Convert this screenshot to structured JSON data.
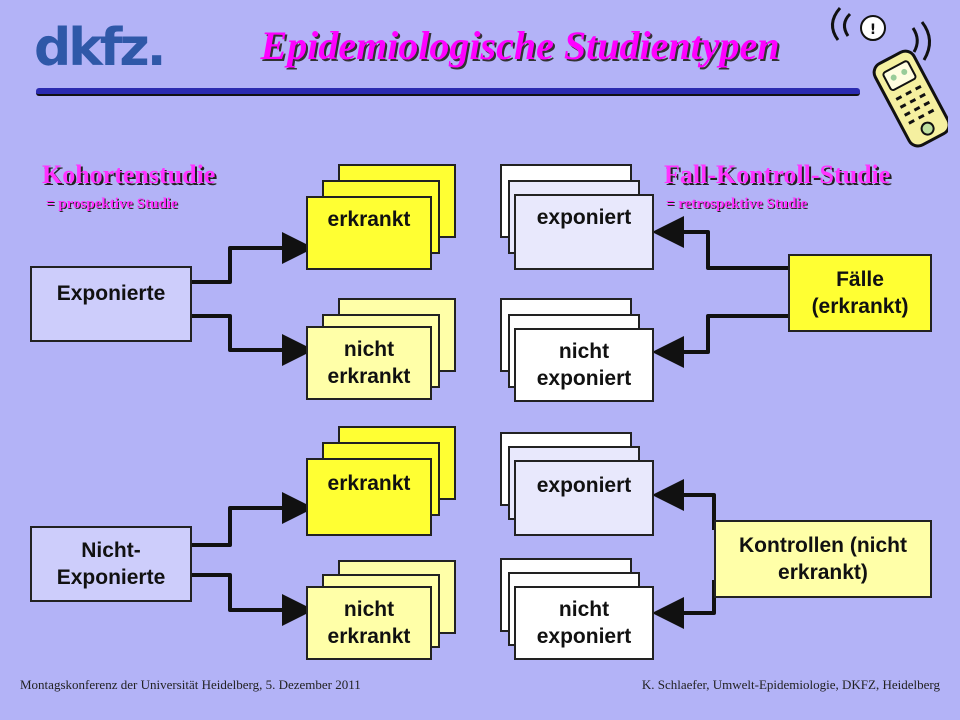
{
  "header": {
    "logo": "dkfz.",
    "title": "Epidemiologische Studientypen"
  },
  "left": {
    "heading": "Kohortenstudie",
    "subheading": "= prospektive Studie",
    "group1": {
      "label": "Exponierte",
      "outcome_a": "erkrankt",
      "outcome_b": "nicht erkrankt"
    },
    "group2": {
      "label": "Nicht-Exponierte",
      "outcome_a": "erkrankt",
      "outcome_b": "nicht erkrankt"
    }
  },
  "right": {
    "heading": "Fall-Kontroll-Studie",
    "subheading": "= retrospektive Studie",
    "group1": {
      "label": "Fälle (erkrankt)",
      "exposure_a": "exponiert",
      "exposure_b": "nicht exponiert"
    },
    "group2": {
      "label": "Kontrollen (nicht erkrankt)",
      "exposure_a": "exponiert",
      "exposure_b": "nicht exponiert"
    }
  },
  "footer": {
    "left": "Montagskonferenz der Universität Heidelberg, 5. Dezember 2011",
    "right": "K. Schlaefer, Umwelt-Epidemiologie, DKFZ, Heidelberg"
  },
  "colors": {
    "background": "#b3b3f7",
    "title": "#ff00ff",
    "box_purple": "#cdcdfb",
    "box_yellow": "#ffff33",
    "box_light_yellow": "#ffffa8",
    "box_lavender": "#e8e8fc",
    "rule": "#2b2bb0"
  },
  "icons": [
    "dkfz-logo",
    "mobile-phone-icon"
  ]
}
